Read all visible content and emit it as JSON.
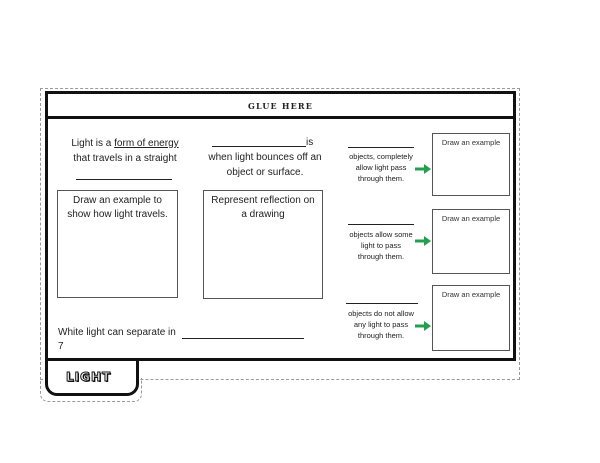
{
  "header": {
    "glue_label": "GLUE HERE"
  },
  "tab": {
    "label": "LIGHT"
  },
  "light_definition": {
    "line1_pre": "Light is a ",
    "line1_link": "form of energy",
    "line2": "that travels in a straight"
  },
  "reflection_definition": {
    "suffix": "is",
    "line2": "when light bounces off an",
    "line3": "object or surface."
  },
  "boxes": {
    "travel": "Draw an example to show how light travels.",
    "reflection": "Represent reflection on a drawing"
  },
  "white_light": {
    "text": "White light can separate in 7"
  },
  "objects": [
    {
      "lines": [
        "objects, completely",
        "allow light pass",
        "through them."
      ],
      "example_label": "Draw an example"
    },
    {
      "lines": [
        "objects allow some",
        "light to pass",
        "through them."
      ],
      "example_label": "Draw an example"
    },
    {
      "lines": [
        "objects do not allow",
        "any light to pass",
        "through them."
      ],
      "example_label": "Draw an example"
    }
  ],
  "colors": {
    "arrow": "#22a050",
    "border": "#111111"
  }
}
